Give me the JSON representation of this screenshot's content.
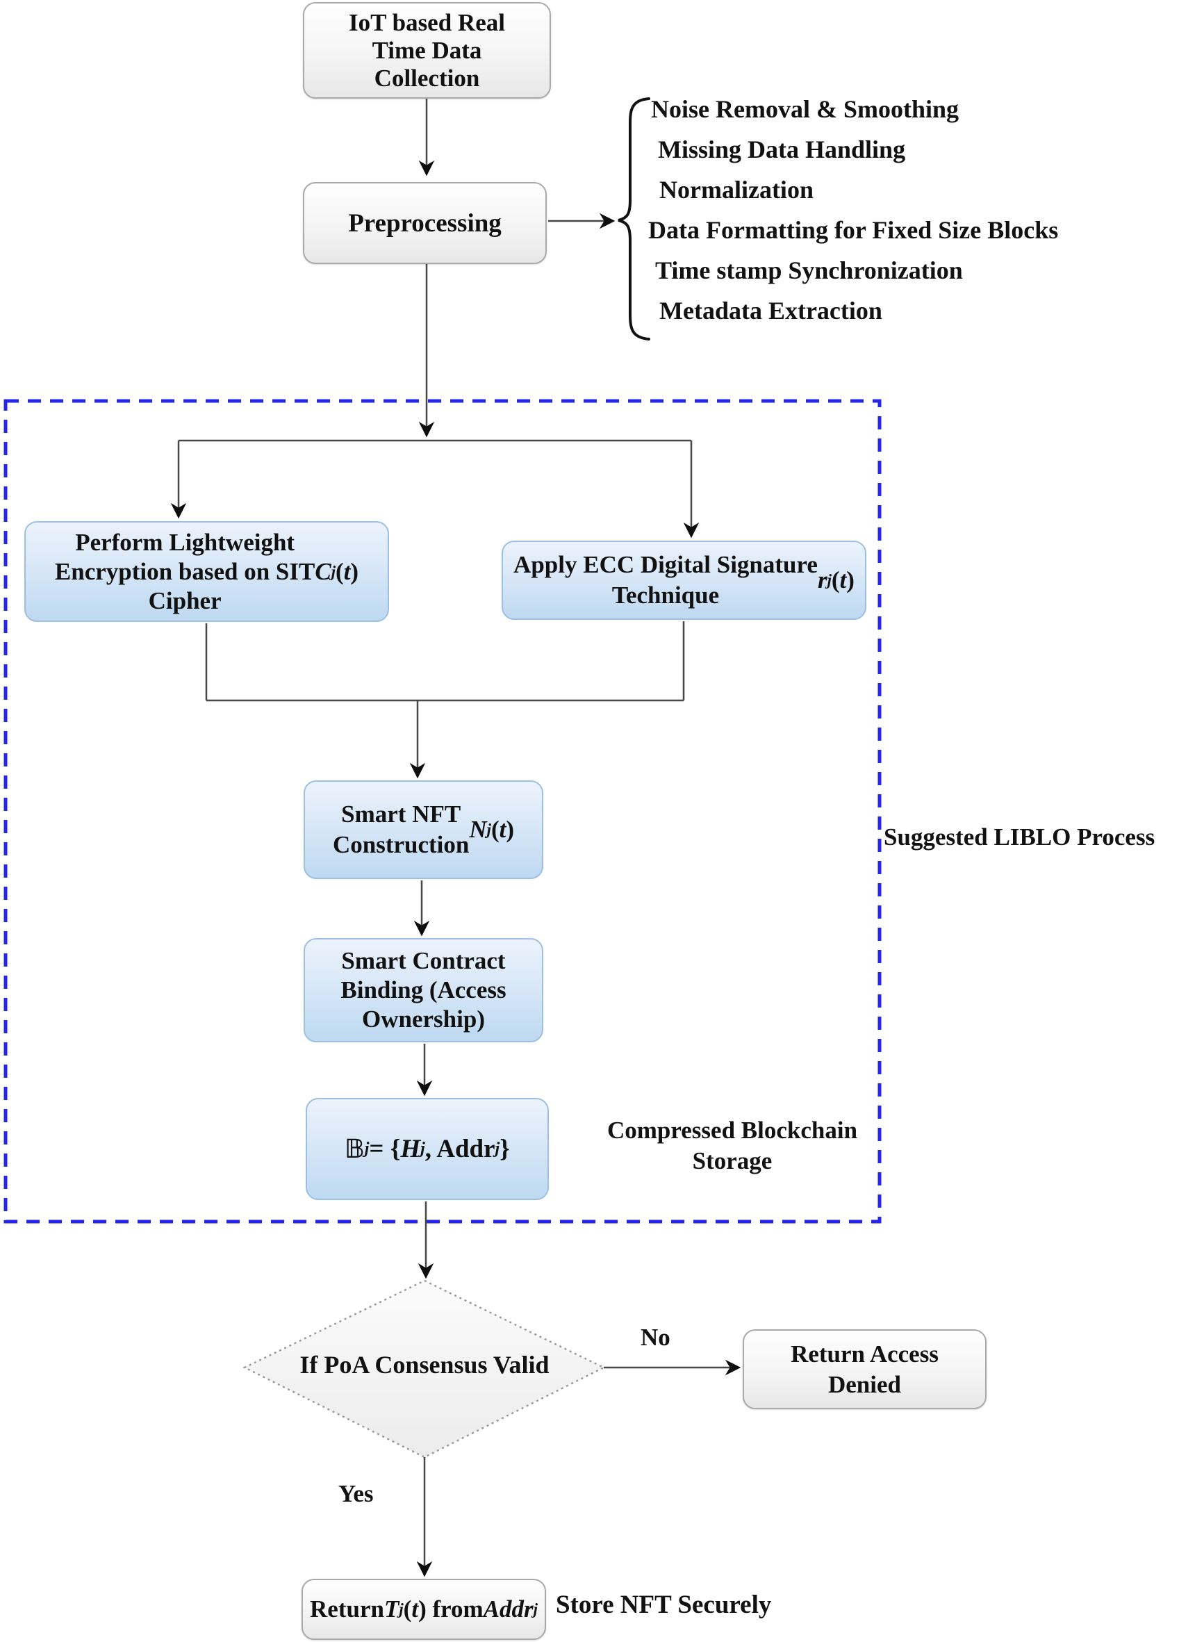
{
  "flowchart": {
    "nodes": {
      "iot": {
        "html": "IoT based Real<br>Time Data<br>Collection"
      },
      "preprocessing": {
        "html": "Preprocessing"
      },
      "sit_encryption": {
        "html": "Perform Lightweight<br>Encryption based on SIT<br>Cipher <i>C</i><sub><i>j</i></sub>(<i>t</i>)"
      },
      "ecc_signature": {
        "html": "Apply ECC Digital Signature<br>Technique <i>r</i><sub><i>j</i></sub>(<i>t</i>)"
      },
      "smart_nft": {
        "html": "Smart NFT<br>Construction <i>N</i><sub><i>j</i></sub>(<i>t</i>)"
      },
      "smart_contract": {
        "html": "Smart Contract<br>Binding (Access<br>Ownership)"
      },
      "block_storage": {
        "html": "<span class=\"bb\">𝔹</span><sub><i>j</i></sub> = {<i>H</i><sub><i>j</i></sub>, Addr<sub><i>j</i></sub>}"
      },
      "poa_decision": {
        "html": "If PoA Consensus Valid"
      },
      "access_denied": {
        "html": "Return Access<br>Denied"
      },
      "return_token": {
        "html": "Return <i>T</i><sub><i>j</i></sub>(<i>t</i>) from<br><i>Addr</i><sub><i>j</i></sub>"
      }
    },
    "preprocessing_steps": [
      "Noise Removal & Smoothing",
      "Missing Data Handling",
      "Normalization",
      "Data Formatting for Fixed Size Blocks",
      "Time stamp Synchronization",
      "Metadata Extraction"
    ],
    "labels": {
      "liblo_process": "Suggested LIBLO Process",
      "compressed_storage": "Compressed Blockchain<br>Storage",
      "store_nft": "Store NFT Securely",
      "no": "No",
      "yes": "Yes"
    },
    "colors": {
      "dashed_border": "#2626ea",
      "blue_node_fill_top": "#ecf3fc",
      "blue_node_fill_bottom": "#bed9f1",
      "blue_node_border": "#9dbfe2",
      "gray_node_fill_top": "#fefefe",
      "gray_node_fill_bottom": "#e7e7e7",
      "gray_node_border": "#a9a9a9",
      "diamond_fill": "#f4f4f4",
      "connector": "#474747"
    }
  }
}
